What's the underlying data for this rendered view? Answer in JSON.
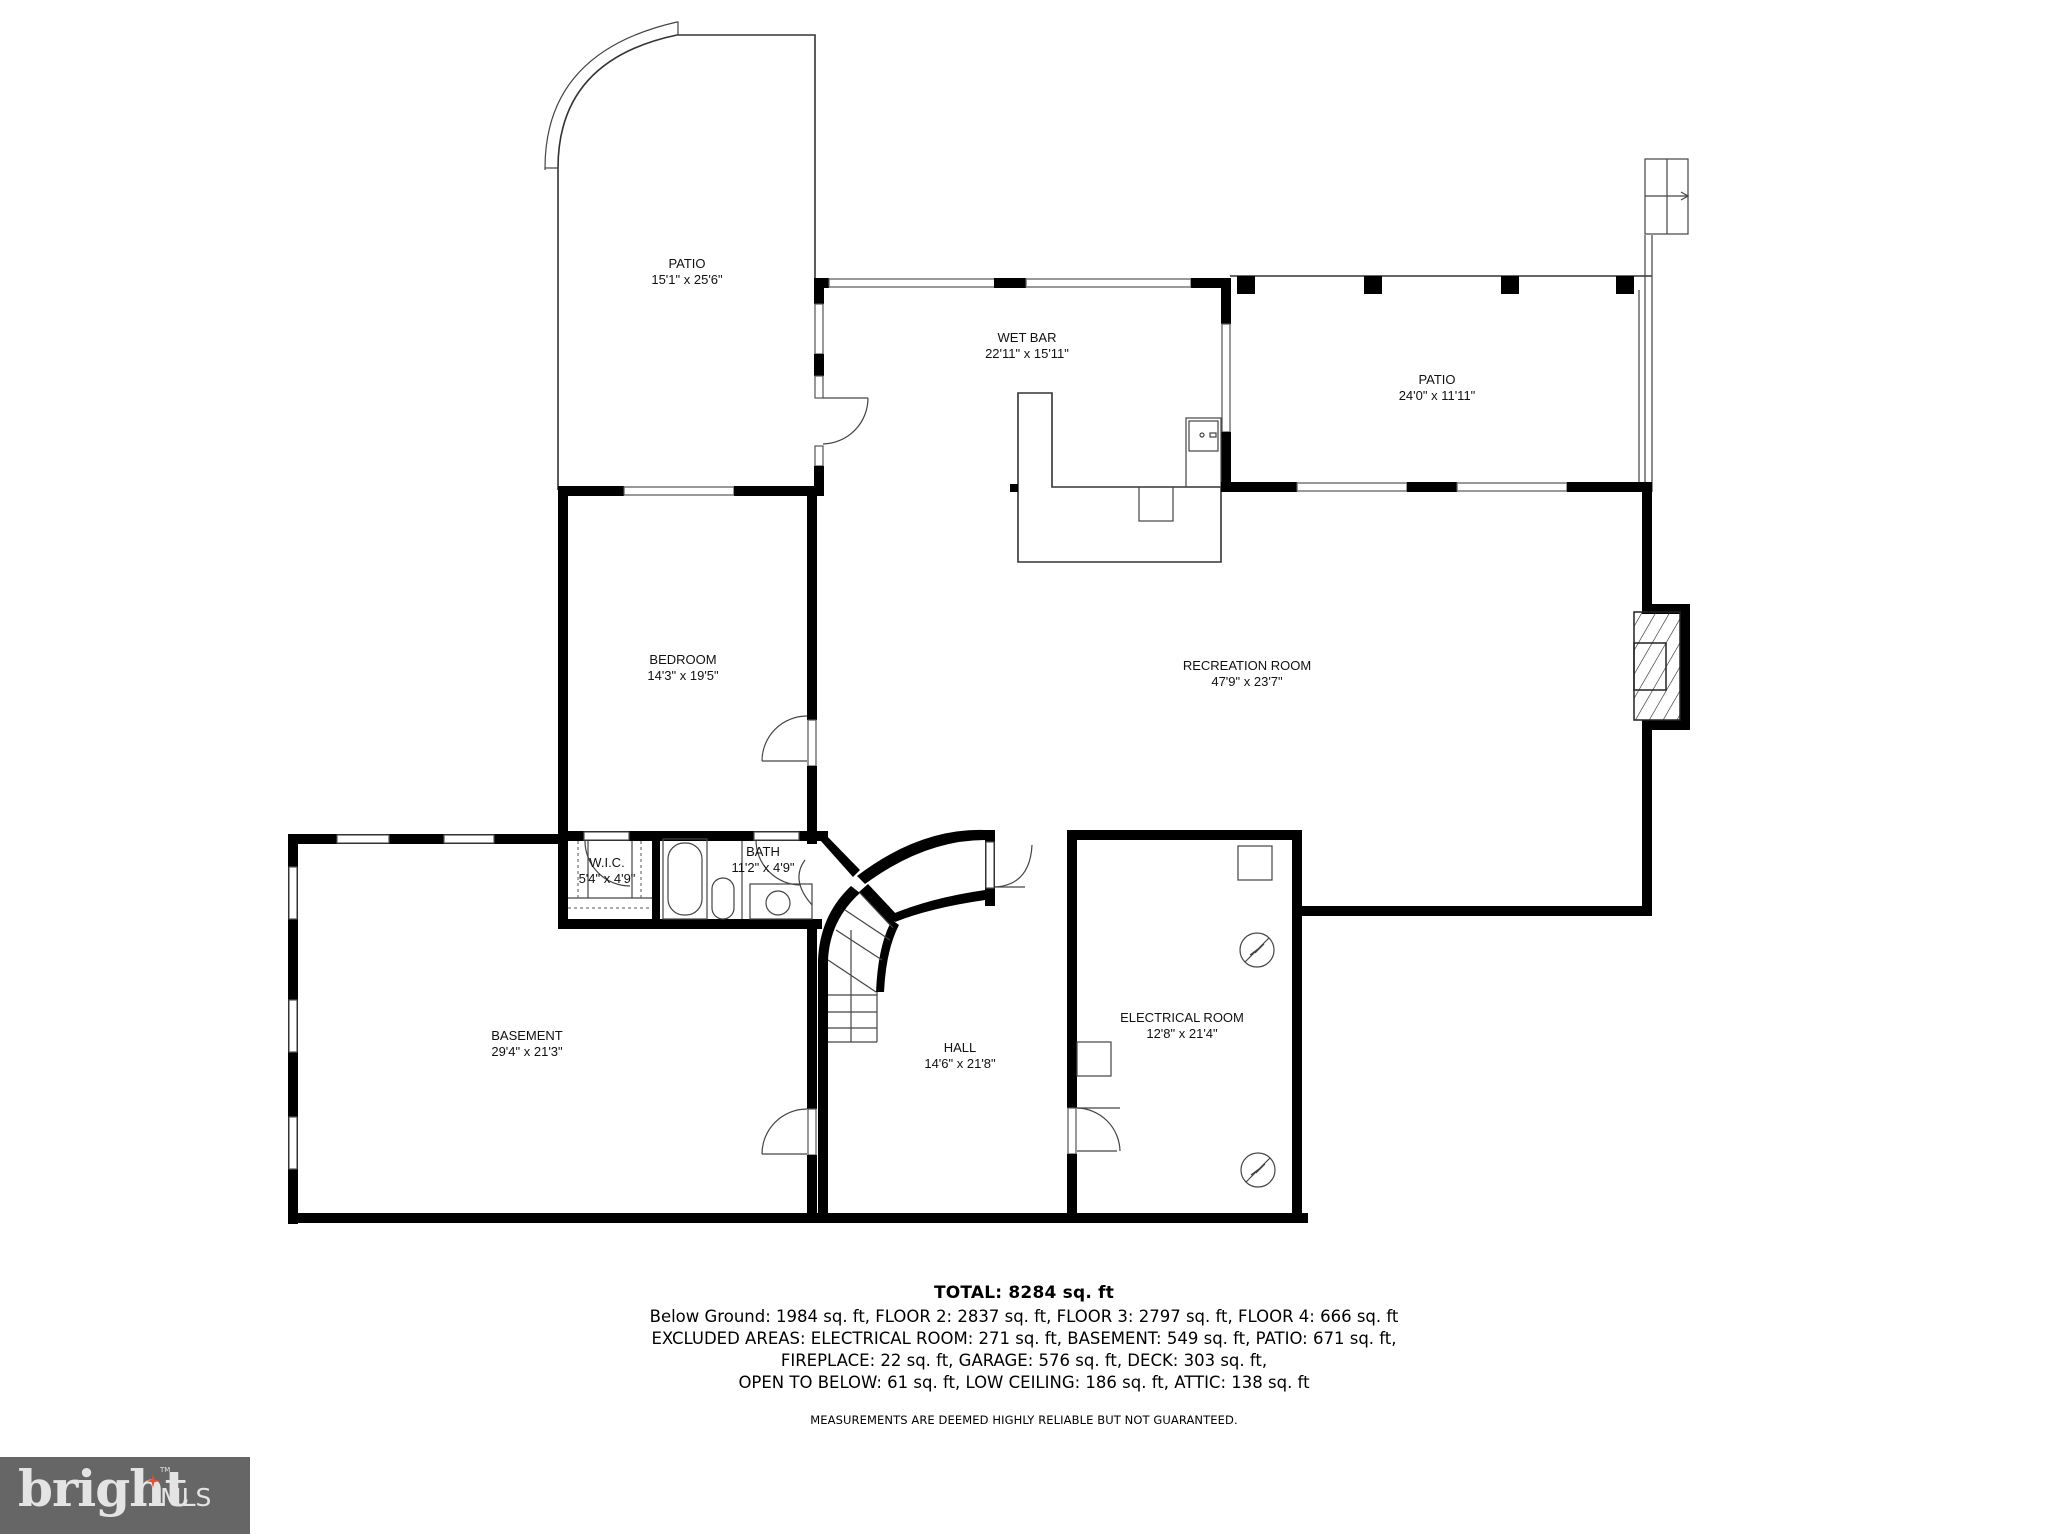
{
  "rooms": [
    {
      "id": "patio-1",
      "name": "PATIO",
      "dims": "15'1\" x 25'6\""
    },
    {
      "id": "wet-bar",
      "name": "WET BAR",
      "dims": "22'11\" x 15'11\""
    },
    {
      "id": "patio-2",
      "name": "PATIO",
      "dims": "24'0\" x 11'11\""
    },
    {
      "id": "bedroom",
      "name": "BEDROOM",
      "dims": "14'3\" x 19'5\""
    },
    {
      "id": "recreation-room",
      "name": "RECREATION ROOM",
      "dims": "47'9\" x 23'7\""
    },
    {
      "id": "wic",
      "name": "W.I.C.",
      "dims": "5'4\" x 4'9\""
    },
    {
      "id": "bath",
      "name": "BATH",
      "dims": "11'2\" x 4'9\""
    },
    {
      "id": "basement",
      "name": "BASEMENT",
      "dims": "29'4\" x 21'3\""
    },
    {
      "id": "hall",
      "name": "HALL",
      "dims": "14'6\" x 21'8\""
    },
    {
      "id": "electrical-room",
      "name": "ELECTRICAL ROOM",
      "dims": "12'8\" x 21'4\""
    }
  ],
  "summary": {
    "total": "TOTAL: 8284 sq. ft",
    "line1": "Below Ground: 1984 sq. ft, FLOOR 2: 2837 sq. ft, FLOOR 3: 2797 sq. ft, FLOOR 4: 666 sq. ft",
    "line2": "EXCLUDED AREAS: ELECTRICAL ROOM: 271 sq. ft, BASEMENT: 549 sq. ft, PATIO: 671 sq. ft,",
    "line3": "FIREPLACE: 22 sq. ft, GARAGE: 576 sq. ft, DECK: 303 sq. ft,",
    "line4": "OPEN TO BELOW: 61 sq. ft, LOW CEILING: 186 sq. ft, ATTIC: 138 sq. ft",
    "disclaimer": "MEASUREMENTS ARE DEEMED HIGHLY RELIABLE BUT NOT GUARANTEED."
  },
  "logo": {
    "word": "bright",
    "mls": "MLS",
    "tm": "TM",
    "bg_color": "#666666",
    "spark_color": "#e8502a"
  }
}
